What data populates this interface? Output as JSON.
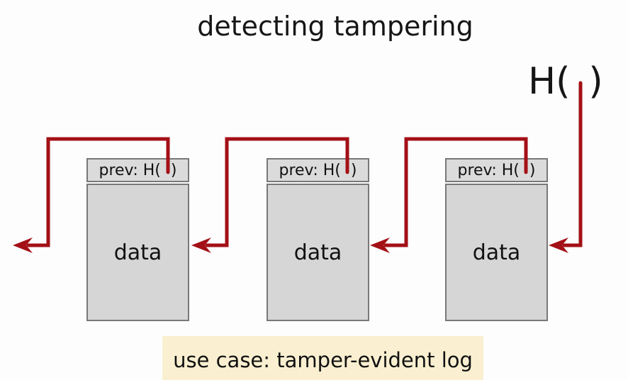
{
  "title": "detecting tampering",
  "hash_annotation": {
    "open": "H(",
    "close": ")"
  },
  "blocks": [
    {
      "header_open": "prev: H(",
      "header_close": ")",
      "body": "data"
    },
    {
      "header_open": "prev: H(",
      "header_close": ")",
      "body": "data"
    },
    {
      "header_open": "prev: H(",
      "header_close": ")",
      "body": "data"
    }
  ],
  "caption": "use case: tamper-evident log",
  "icons": {
    "arrow_left_1": "barbed-left-arrow",
    "arrow_left_2": "barbed-left-arrow",
    "arrow_left_3": "barbed-left-arrow",
    "arrow_hash_pointer": "barbed-left-arrow"
  },
  "colors": {
    "arrow": "#a31016",
    "block_fill": "#d6d6d6",
    "header_fill": "#dbdbdb",
    "block_border": "#787878",
    "caption_bg": "#faf0d1",
    "text": "#111111",
    "bg": "#fdfdfd"
  }
}
